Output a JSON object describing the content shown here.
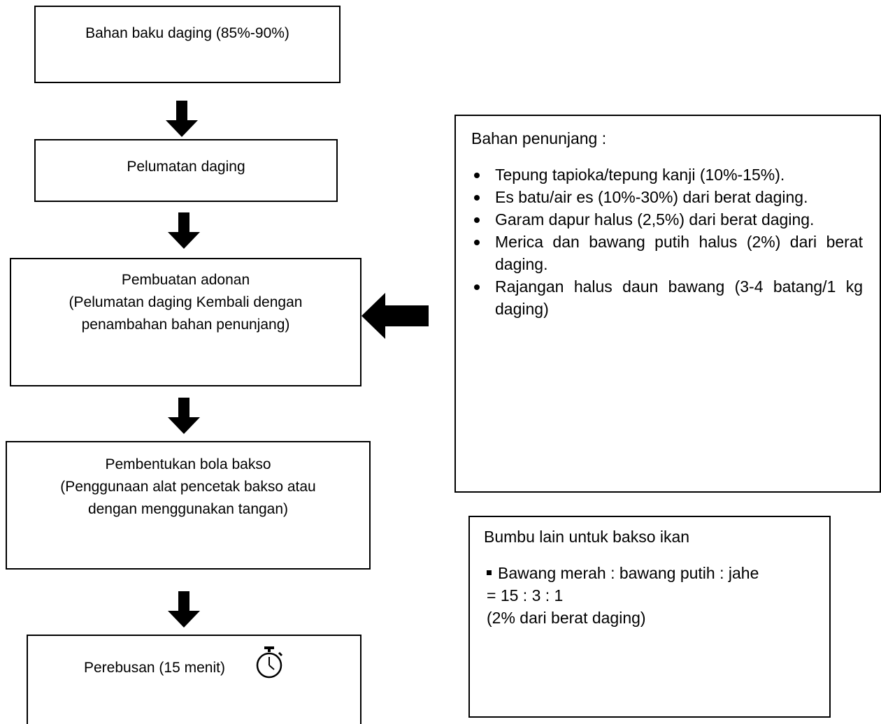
{
  "flow": {
    "step1": {
      "lines": [
        "Bahan baku daging (85%-90%)"
      ]
    },
    "step2": {
      "lines": [
        "Pelumatan daging"
      ]
    },
    "step3": {
      "lines": [
        "Pembuatan adonan",
        "(Pelumatan daging Kembali dengan",
        "penambahan bahan penunjang)"
      ]
    },
    "step4": {
      "lines": [
        "Pembentukan bola bakso",
        "(Penggunaan alat pencetak bakso atau",
        "dengan menggunakan tangan)"
      ]
    },
    "step5": {
      "label": "Perebusan (15 menit)",
      "icon": "stopwatch-icon"
    }
  },
  "supporting": {
    "title": "Bahan penunjang :",
    "items": [
      "Tepung tapioka/tepung kanji (10%-15%).",
      "Es batu/air es (10%-30%) dari berat daging.",
      "Garam dapur halus (2,5%) dari berat daging.",
      "Merica dan bawang putih halus (2%) dari berat daging.",
      "Rajangan halus daun bawang (3-4 batang/1 kg daging)"
    ]
  },
  "fish_spices": {
    "title": "Bumbu lain untuk bakso ikan",
    "item_lines": [
      "Bawang merah : bawang putih : jahe",
      "= 15 : 3 : 1",
      "(2% dari berat daging)"
    ]
  }
}
